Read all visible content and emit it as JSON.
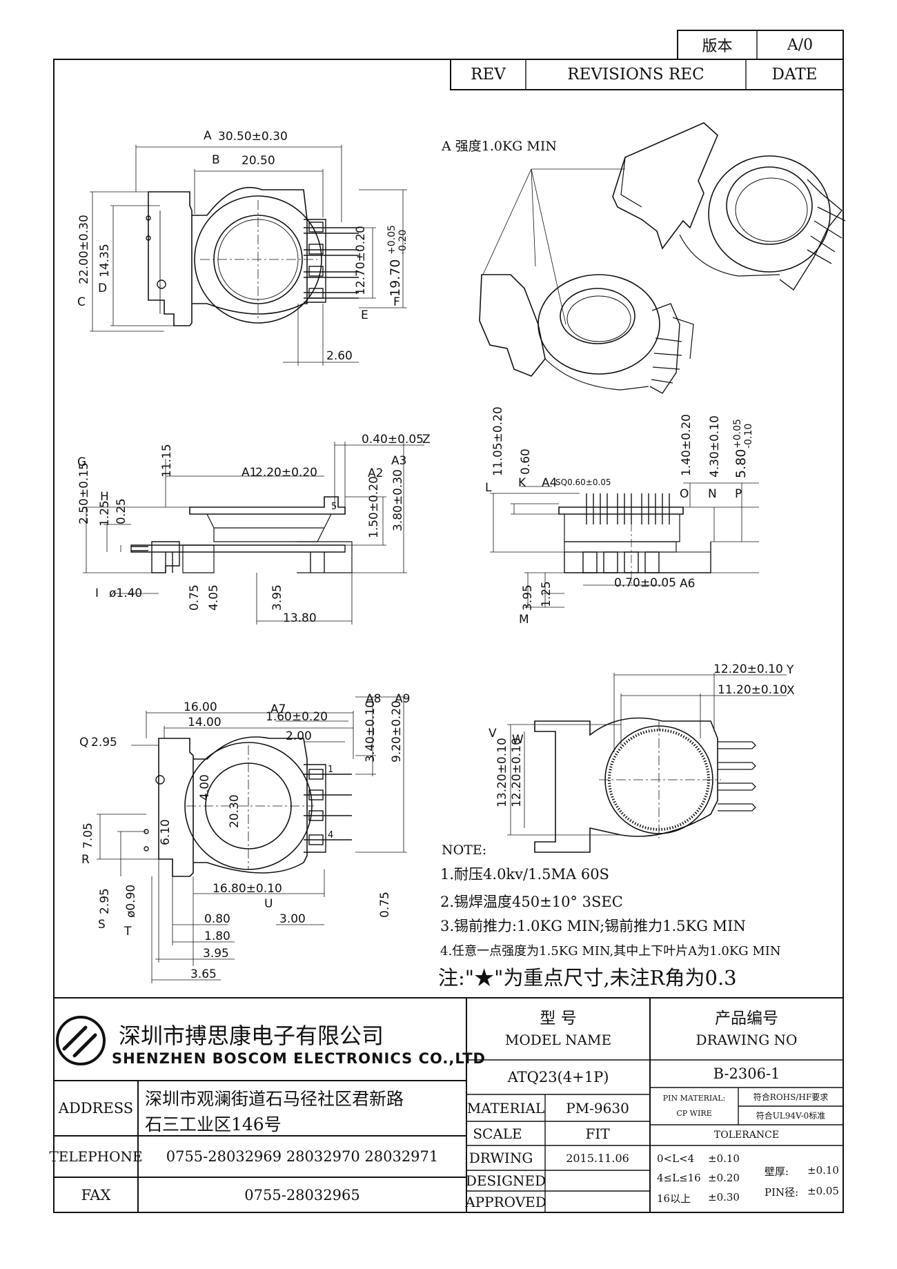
{
  "header": {
    "version_label": "版本",
    "version_value": "A/0",
    "rev_label": "REV",
    "revisions_label": "REVISIONS REC",
    "date_label": "DATE"
  },
  "iso_view": {
    "strength_note": "A 强度1.0KG MIN"
  },
  "dims": {
    "top": {
      "a": "30.50±0.30",
      "b": "20.50",
      "c": "22.00±0.30",
      "d": "14.35",
      "e": "12.70±0.20",
      "f_main": "19.70",
      "f_tol_up": "+0.05",
      "f_tol_dn": "-0.20",
      "g": "2.60",
      "tag_a": "A",
      "tag_b": "B",
      "tag_c": "C",
      "tag_d": "D",
      "tag_e": "E",
      "tag_f": "F"
    },
    "side": {
      "h": "0.40±0.05",
      "j": "11.15",
      "k": "2.20±0.20",
      "l": "2.50±0.15",
      "m": "1.25",
      "n": "0.25",
      "o": "1.50±0.20",
      "p": "3.80±0.30",
      "pin5": "5",
      "q": "ø1.40",
      "r": "0.75",
      "s": "4.05",
      "t": "3.95",
      "u": "13.80",
      "tag_z": "Z",
      "tag_g": "G",
      "tag_h": "H",
      "tag_i": "I",
      "tag_a1": "A1",
      "tag_a2": "A2",
      "tag_a3": "A3"
    },
    "front": {
      "a": "11.05±0.20",
      "b": "0.60",
      "c": "SQ0.60±0.05",
      "d": "1.40±0.20",
      "e": "4.30±0.10",
      "f_main": "5.80",
      "f_tol_up": "+0.05",
      "f_tol_dn": "-0.10",
      "g": "3.95",
      "h": "1.25",
      "i": "0.70±0.05",
      "tag_l": "L",
      "tag_k": "K",
      "tag_a4": "A4",
      "tag_o": "O",
      "tag_n": "N",
      "tag_p": "P",
      "tag_m": "M",
      "tag_a6": "A6"
    },
    "bottom": {
      "a": "16.00",
      "b": "14.00",
      "c": "2.95",
      "d": "1.60±0.20",
      "e": "2.00",
      "f": "3.40±0.10",
      "g": "9.20±0.20",
      "h": "4.00",
      "i": "20.30",
      "j": "6.10",
      "k": "7.05",
      "pin1": "1",
      "pin4": "4",
      "l": "16.80±0.10",
      "m": "2.95",
      "n": "ø0.90",
      "o": "0.80",
      "p": "3.00",
      "q": "0.75",
      "r": "1.80",
      "s": "3.95",
      "t": "3.65",
      "tag_q": "Q",
      "tag_a7": "A7",
      "tag_a8": "A8",
      "tag_a9": "A9",
      "tag_r": "R",
      "tag_u": "U",
      "tag_s": "S",
      "tag_t": "T"
    },
    "bottom_right": {
      "a": "12.20±0.10",
      "b": "11.20±0.10",
      "c": "13.20±0.10",
      "d": "12.20±0.10",
      "tag_y": "Y",
      "tag_x": "X",
      "tag_v": "V",
      "tag_w": "W"
    }
  },
  "notes": {
    "title": "NOTE:",
    "n1": "1.耐压4.0kv/1.5MA 60S",
    "n2": "2.锡焊温度450±10°  3SEC",
    "n3": "3.锡前推力:1.0KG MIN;锡前推力1.5KG MIN",
    "n4": "4.任意一点强度为1.5KG MIN,其中上下叶片A为1.0KG MIN",
    "important": "注:\"★\"为重点尺寸,未注R角为0.3"
  },
  "title_block": {
    "company_cn": "深圳市搏思康电子有限公司",
    "company_en": "SHENZHEN BOSCOM ELECTRONICS CO.,LTD",
    "address_label": "ADDRESS",
    "address_line1": "深圳市观澜街道石马径社区君新路",
    "address_line2": "石三工业区146号",
    "telephone_label": "TELEPHONE",
    "telephone_value": "0755-28032969 28032970 28032971",
    "fax_label": "FAX",
    "fax_value": "0755-28032965",
    "model_label_cn": "型    号",
    "model_label_en": "MODEL NAME",
    "model_value": "ATQ23(4+1P)",
    "drawing_label_cn": "产品编号",
    "drawing_label_en": "DRAWING NO",
    "drawing_value": "B-2306-1",
    "material_label": "MATERIAL",
    "material_value": "PM-9630",
    "scale_label": "SCALE",
    "scale_value": "FIT",
    "drwing_label": "DRWING",
    "drwing_value": "2015.11.06",
    "designed_label": "DESIGNED",
    "approved_label": "APPROVED",
    "pin_material_label": "PIN MATERIAL:",
    "pin_material_value": "CP WIRE",
    "rohs": "符合ROHS/HF要求",
    "ul": "符合UL94V-0标准",
    "tolerance_label": "TOLERANCE",
    "tol1_range": "0<L<4",
    "tol1_value": "±0.10",
    "tol2_range": "4≤L≤16",
    "tol2_value": "±0.20",
    "tol3_range": "16以上",
    "tol3_value": "±0.30",
    "wall_label": "壁厚:",
    "wall_value": "±0.10",
    "pin_label": "PIN径:",
    "pin_value": "±0.05"
  }
}
